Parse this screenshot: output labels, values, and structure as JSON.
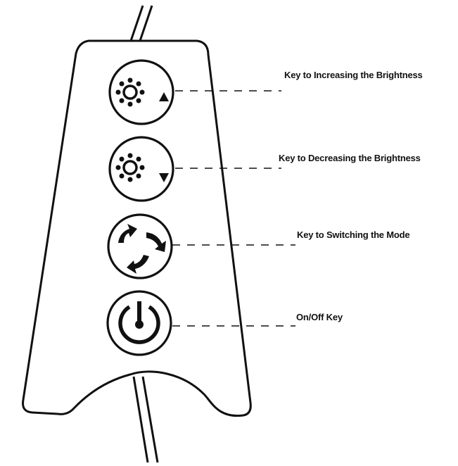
{
  "diagram": {
    "title": "",
    "keys": [
      {
        "id": "brightness-up",
        "icon": "sun-arrow-up-icon",
        "label": "Key to Increasing the Brightness"
      },
      {
        "id": "brightness-down",
        "icon": "sun-arrow-down-icon",
        "label": "Key to Decreasing the Brightness"
      },
      {
        "id": "mode",
        "icon": "cycle-arrows-icon",
        "label": "Key to Switching the Mode"
      },
      {
        "id": "power",
        "icon": "power-icon",
        "label": "On/Off Key"
      }
    ],
    "colors": {
      "stroke": "#111111",
      "background": "#ffffff"
    }
  }
}
